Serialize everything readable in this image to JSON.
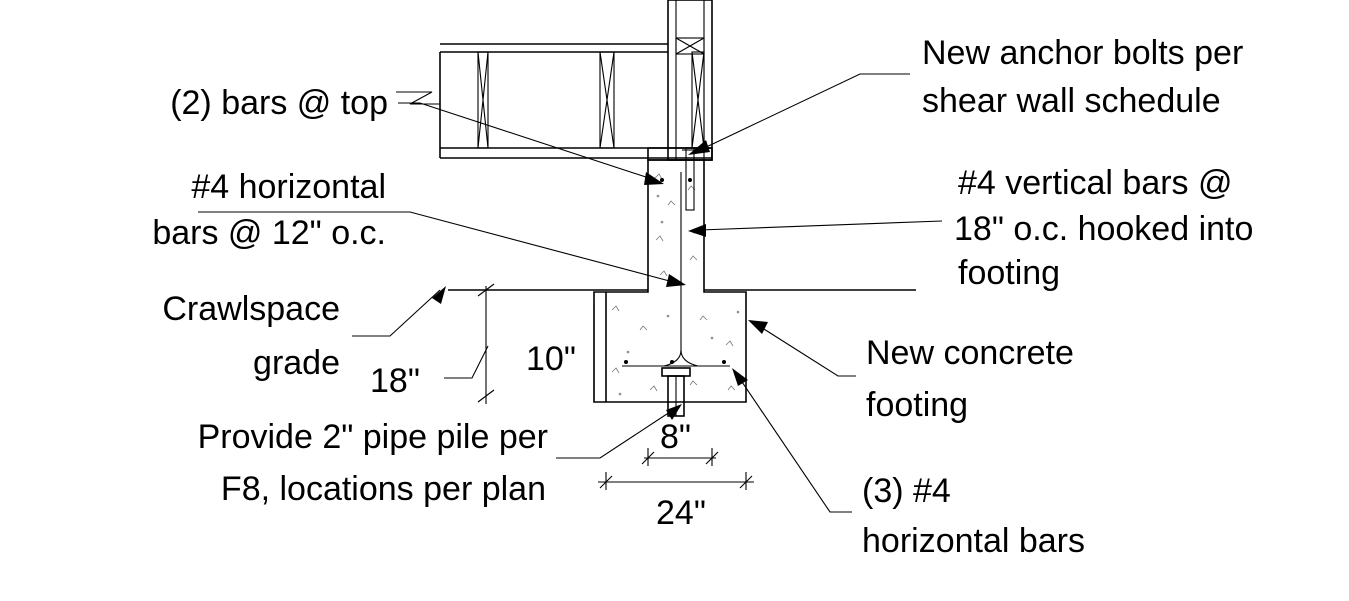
{
  "labels": {
    "anchor_bolts_l1": "New anchor bolts per",
    "anchor_bolts_l2": "shear wall schedule",
    "bars_top": "(2) bars @ top",
    "horiz_bars_l1": "#4 horizontal",
    "horiz_bars_l2": "bars @ 12\" o.c.",
    "vert_bars_l1": "#4 vertical bars @",
    "vert_bars_l2": "18\" o.c. hooked into",
    "vert_bars_l3": "footing",
    "crawlspace_l1": "Crawlspace",
    "crawlspace_l2": "grade",
    "new_footing_l1": "New concrete",
    "new_footing_l2": "footing",
    "pipe_pile_l1": "Provide 2\" pipe pile  per",
    "pipe_pile_l2": "F8, locations per plan",
    "three_bars_l1": "(3) #4",
    "three_bars_l2": "horizontal bars"
  },
  "dimensions": {
    "depth_18": "18\"",
    "footing_height_10": "10\"",
    "stem_width_8": "8\"",
    "footing_width_24": "24\""
  }
}
